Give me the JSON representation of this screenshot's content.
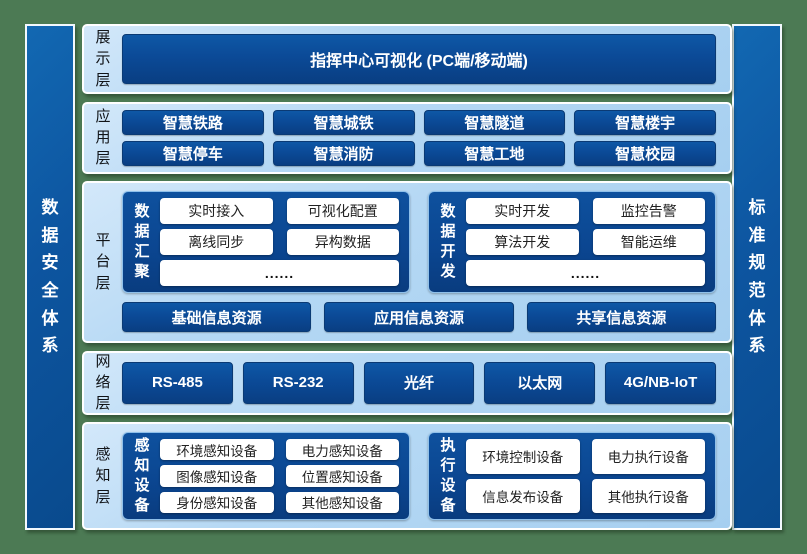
{
  "pillars": {
    "left": {
      "label": "数据安全体系"
    },
    "right": {
      "label": "标准规范体系"
    }
  },
  "layers": {
    "presentation": {
      "label": "展示层",
      "banner": "指挥中心可视化 (PC端/移动端)"
    },
    "application": {
      "label": "应用层",
      "items": [
        "智慧铁路",
        "智慧城铁",
        "智慧隧道",
        "智慧楼宇",
        "智慧停车",
        "智慧消防",
        "智慧工地",
        "智慧校园"
      ]
    },
    "platform": {
      "label": "平台层",
      "groups": [
        {
          "label": "数据汇聚",
          "items": [
            "实时接入",
            "可视化配置",
            "离线同步",
            "异构数据"
          ],
          "more": "......"
        },
        {
          "label": "数据开发",
          "items": [
            "实时开发",
            "监控告警",
            "算法开发",
            "智能运维"
          ],
          "more": "......"
        }
      ],
      "resources": [
        "基础信息资源",
        "应用信息资源",
        "共享信息资源"
      ]
    },
    "network": {
      "label": "网络层",
      "items": [
        "RS-485",
        "RS-232",
        "光纤",
        "以太网",
        "4G/NB-IoT"
      ]
    },
    "perception": {
      "label": "感知层",
      "groups": [
        {
          "label": "感知设备",
          "items": [
            "环境感知设备",
            "电力感知设备",
            "图像感知设备",
            "位置感知设备",
            "身份感知设备",
            "其他感知设备"
          ]
        },
        {
          "label": "执行设备",
          "items": [
            "环境控制设备",
            "电力执行设备",
            "信息发布设备",
            "其他执行设备"
          ]
        }
      ]
    }
  },
  "colors": {
    "background_green": "#4c7a54",
    "panel_light_blue": "#b5d8f4",
    "deep_blue": "#0b4a97",
    "pillar_blue": "#0d55a0",
    "white": "#ffffff"
  }
}
